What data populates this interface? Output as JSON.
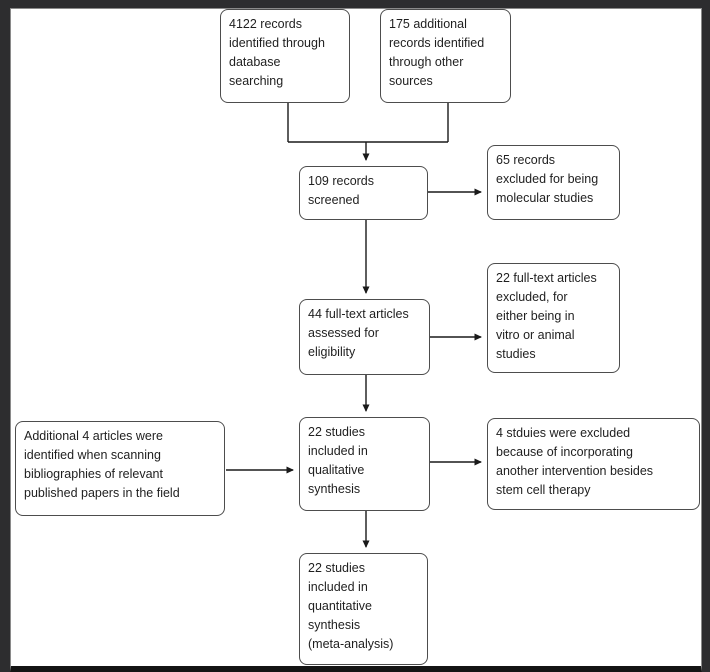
{
  "colors": {
    "frame": "#2d2d2f",
    "canvas": "#ffffff",
    "box_border": "#4d4d4d",
    "text": "#1f1f1f",
    "connector": "#1a1a1a"
  },
  "boxes": {
    "identified_db": {
      "text": "4122 records\nidentified through\ndatabase\nsearching"
    },
    "identified_other": {
      "text": "175 additional\nrecords identified\nthrough other\nsources"
    },
    "screened": {
      "text": "109 records\nscreened"
    },
    "excluded_molecular": {
      "text": "65 records\nexcluded for being\nmolecular studies"
    },
    "fulltext_assessed": {
      "text": "44 full-text articles\nassessed for\neligibility"
    },
    "excluded_fulltext": {
      "text": "22 full-text articles\nexcluded, for\neither being in\nvitro or animal\nstudies"
    },
    "additional_articles": {
      "text": "Additional 4 articles were\nidentified when scanning\nbibliographies of relevant\npublished papers in the field"
    },
    "qualitative": {
      "text": "22 studies\nincluded in\nqualitative\nsynthesis"
    },
    "excluded_intervention": {
      "text": "4 stduies were excluded\nbecause of incorporating\nanother intervention besides\nstem cell therapy"
    },
    "quantitative": {
      "text": "22 studies\nincluded in\nquantitative\nsynthesis\n(meta-analysis)"
    }
  }
}
